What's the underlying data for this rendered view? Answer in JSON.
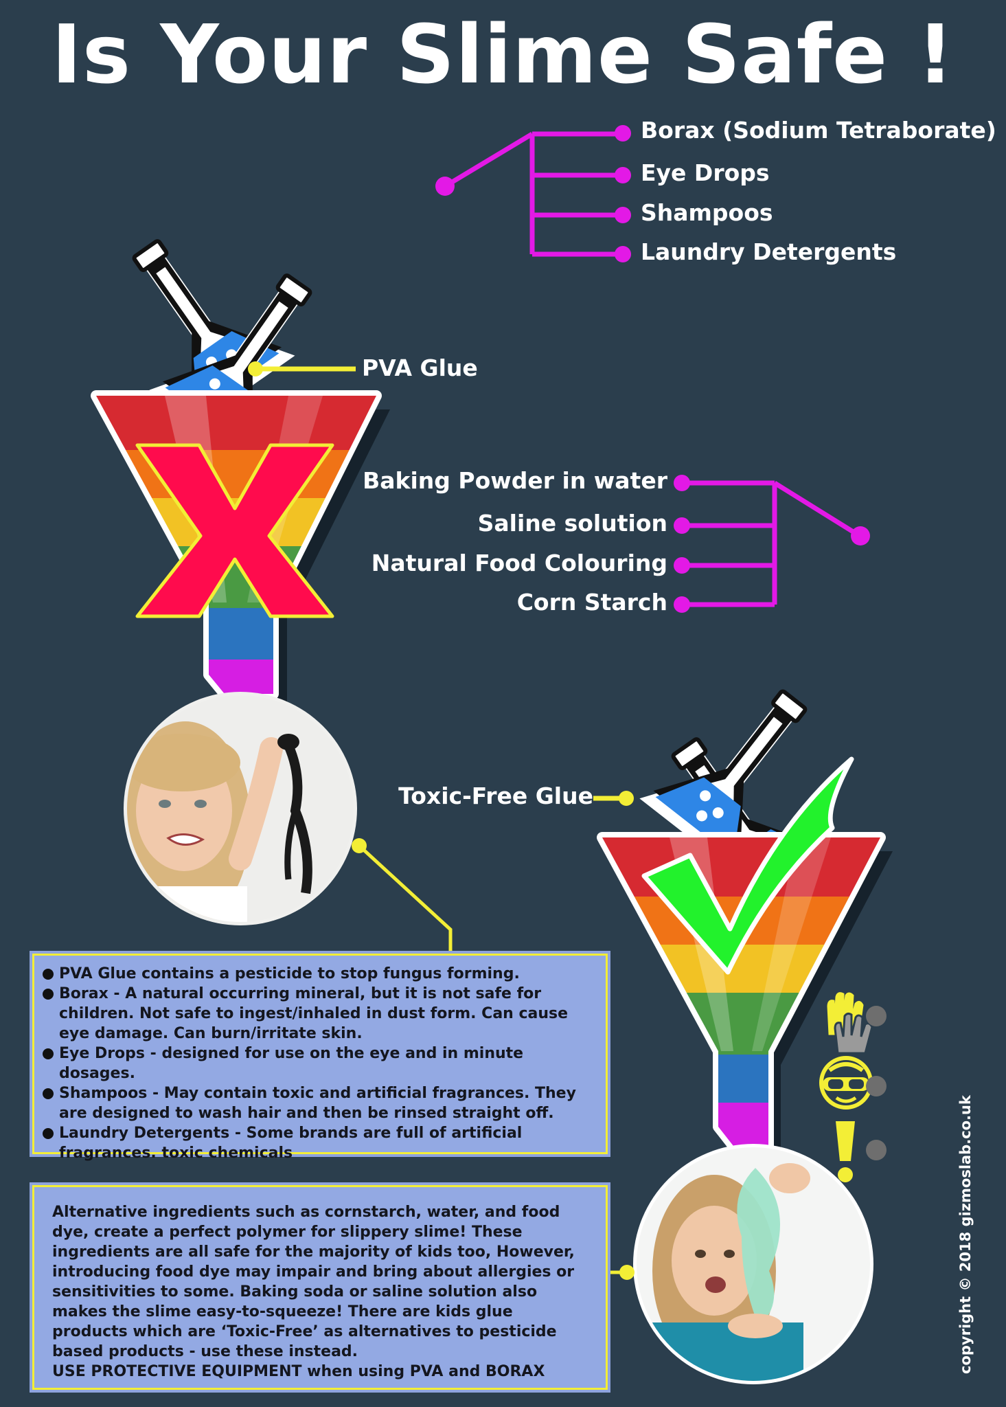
{
  "title": "Is Your Slime Safe !",
  "unsafe_ingredients": [
    "Borax (Sodium Tetraborate)",
    "Eye Drops",
    "Shampoos",
    "Laundry Detergents"
  ],
  "pva_glue_label": "PVA Glue",
  "safe_ingredients": [
    "Baking Powder in water",
    "Saline solution",
    "Natural Food Colouring",
    "Corn Starch"
  ],
  "toxic_free_glue_label": "Toxic-Free Glue",
  "warning_box": {
    "items": [
      "PVA Glue contains a pesticide to stop fungus forming.",
      "Borax - A natural occurring mineral, but it is not safe for children. Not safe to ingest/inhaled in dust form. Can cause eye damage. Can burn/irritate skin.",
      "Eye Drops - designed for use on the eye and in minute dosages.",
      "Shampoos - May contain toxic and artificial fragrances. They are designed to wash hair and then be rinsed straight off.",
      "Laundry Detergents - Some brands are full of artificial fragrances. toxic chemicals"
    ]
  },
  "advice_box": {
    "text": "Alternative ingredients such as cornstarch, water, and food dye, create a perfect polymer for slippery slime! These ingredients are all safe for the majority of kids too, However, introducing food dye may impair and bring about allergies or sensitivities to some. Baking soda or saline solution also makes the slime easy-to-squeeze! There are kids glue products which are ‘Toxic-Free’ as alternatives to pesticide based products - use these instead.",
    "emphasis": "USE PROTECTIVE EQUIPMENT when using PVA and BORAX"
  },
  "safety_icons": [
    "gloves-icon",
    "goggles-icon",
    "caution-icon"
  ],
  "copyright": "copyright © 2018 gizmoslab.co.uk",
  "colors": {
    "background": "#2b3e4d",
    "magenta": "#e319e6",
    "yellow": "#f3ee36",
    "flask_blue": "#2e86e6",
    "cross_red": "#ff0b4d",
    "tick_green": "#22f22c",
    "box_fill": "#93a9e3"
  }
}
